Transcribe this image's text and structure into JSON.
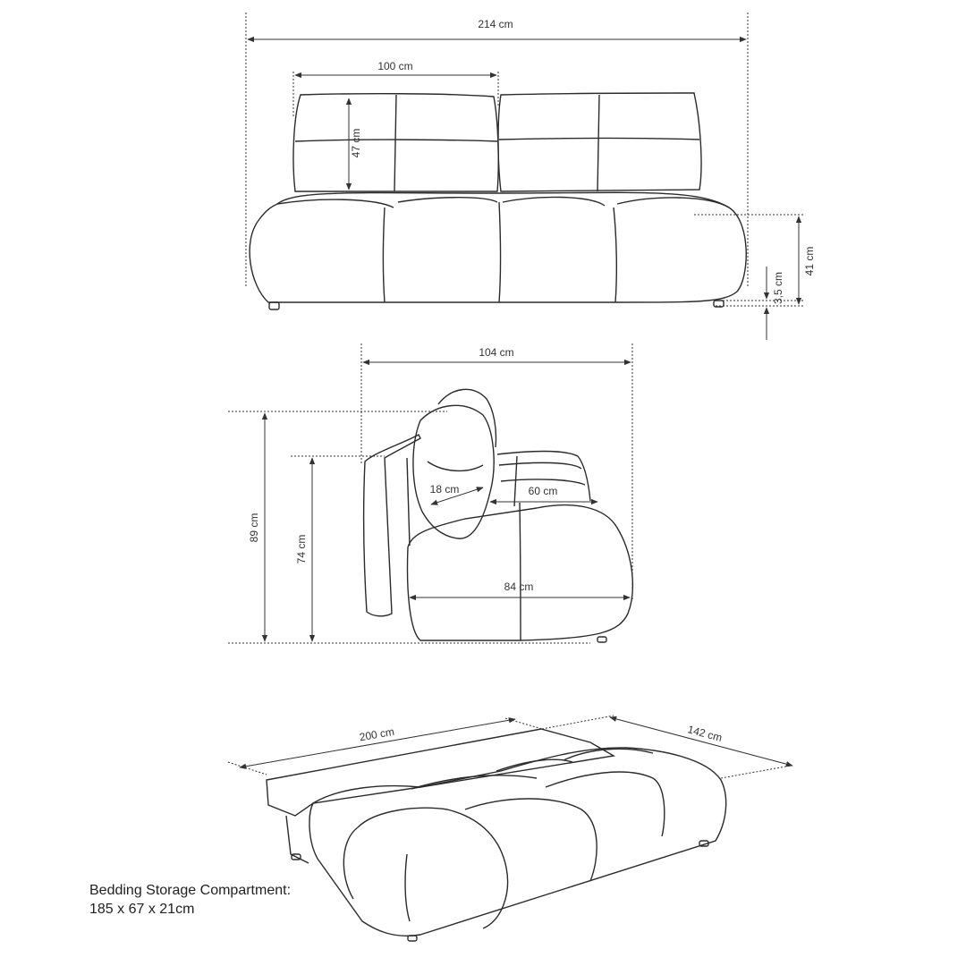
{
  "colors": {
    "line": "#2b2b2b",
    "dim_line": "#333333",
    "background": "#ffffff"
  },
  "front_view": {
    "width_total": "214 cm",
    "backrest_width": "100 cm",
    "backrest_height": "47 cm",
    "seat_height": "41 cm",
    "leg_height": "3,5 cm"
  },
  "side_view": {
    "depth": "104 cm",
    "total_height": "89 cm",
    "reclined_height": "74 cm",
    "cushion_thickness": "18 cm",
    "seat_depth_inner": "60 cm",
    "seat_depth": "84 cm"
  },
  "bed_view": {
    "bed_length": "200 cm",
    "bed_width": "142 cm"
  },
  "storage_note": {
    "title": "Bedding Storage Compartment:",
    "size": "185 x 67 x 21cm"
  }
}
